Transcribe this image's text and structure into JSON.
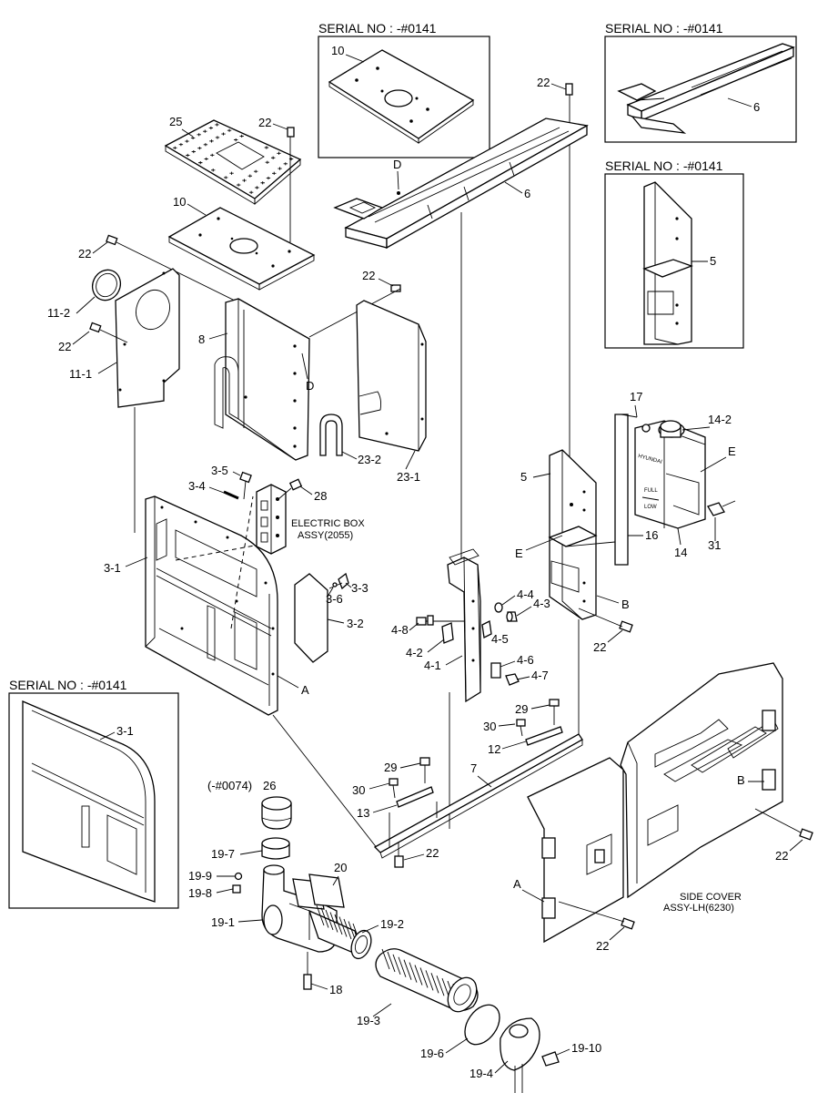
{
  "insets": {
    "panel10_serial": "SERIAL NO : -#0141",
    "panel6_serial": "SERIAL NO : -#0141",
    "panel5_serial": "SERIAL NO : -#0141",
    "panel31_serial": "SERIAL NO : -#0141"
  },
  "assemblies": {
    "electric_box": [
      "ELECTRIC BOX",
      "ASSY(2055)"
    ],
    "side_cover": [
      "SIDE COVER",
      "ASSY-LH(6230)"
    ],
    "serial_26": "(-#0074)"
  },
  "tank_decal": {
    "brand": "HYUNDAI",
    "full": "FULL",
    "low": "LOW"
  },
  "labels": {
    "p10_inset": "10",
    "p6_inset": "6",
    "p5_inset": "5",
    "p3_1_inset": "3-1",
    "p25": "25",
    "p22_a": "22",
    "p10": "10",
    "p22_b": "22",
    "p11_2": "11-2",
    "p22_c": "22",
    "p11_1": "11-1",
    "p8": "8",
    "pD_a": "D",
    "p22_d": "22",
    "p23_2": "23-2",
    "p23_1": "23-1",
    "p22_e": "22",
    "pD_b": "D",
    "p6": "6",
    "p3_5": "3-5",
    "p3_4": "3-4",
    "p28": "28",
    "p3_1": "3-1",
    "p3_3": "3-3",
    "p3_6": "3-6",
    "p3_2": "3-2",
    "pA_a": "A",
    "p17": "17",
    "p14_2": "14-2",
    "pE_a": "E",
    "p5": "5",
    "pE_b": "E",
    "p16": "16",
    "p14": "14",
    "p31": "31",
    "pB_a": "B",
    "p22_f": "22",
    "p4_4": "4-4",
    "p4_3": "4-3",
    "p4_8": "4-8",
    "p4_5": "4-5",
    "p4_2": "4-2",
    "p4_1": "4-1",
    "p4_6": "4-6",
    "p4_7": "4-7",
    "p29_a": "29",
    "p30_a": "30",
    "p12": "12",
    "p7": "7",
    "p29_b": "29",
    "p30_b": "30",
    "p13": "13",
    "p22_g": "22",
    "pB_b": "B",
    "p22_h": "22",
    "pA_b": "A",
    "p22_i": "22",
    "p26": "26",
    "p19_7": "19-7",
    "p20": "20",
    "p19_9": "19-9",
    "p19_8": "19-8",
    "p19_1": "19-1",
    "p19_2": "19-2",
    "p18": "18",
    "p19_3": "19-3",
    "p19_6": "19-6",
    "p19_10": "19-10",
    "p19_4": "19-4"
  }
}
